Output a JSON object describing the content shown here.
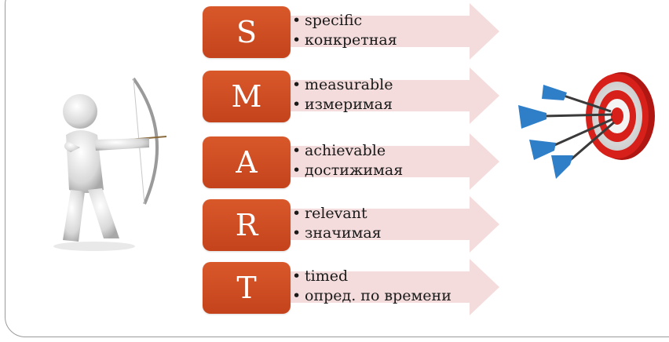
{
  "smart": [
    {
      "letter": "S",
      "en": "specific",
      "ru": "конкретная"
    },
    {
      "letter": "M",
      "en": "measurable",
      "ru": "измеримая"
    },
    {
      "letter": "A",
      "en": "achievable",
      "ru": "достижимая"
    },
    {
      "letter": "R",
      "en": "relevant",
      "ru": "значимая"
    },
    {
      "letter": "T",
      "en": "timed",
      "ru": "опред. по времени"
    }
  ],
  "colors": {
    "letter_box": "#c94a1f",
    "arrow_fill": "#f4dcdc",
    "dart_blue": "#2f7fc8",
    "target_red": "#d8201a"
  },
  "icons": {
    "left": "archer-figure-icon",
    "right": "target-with-darts-icon"
  }
}
